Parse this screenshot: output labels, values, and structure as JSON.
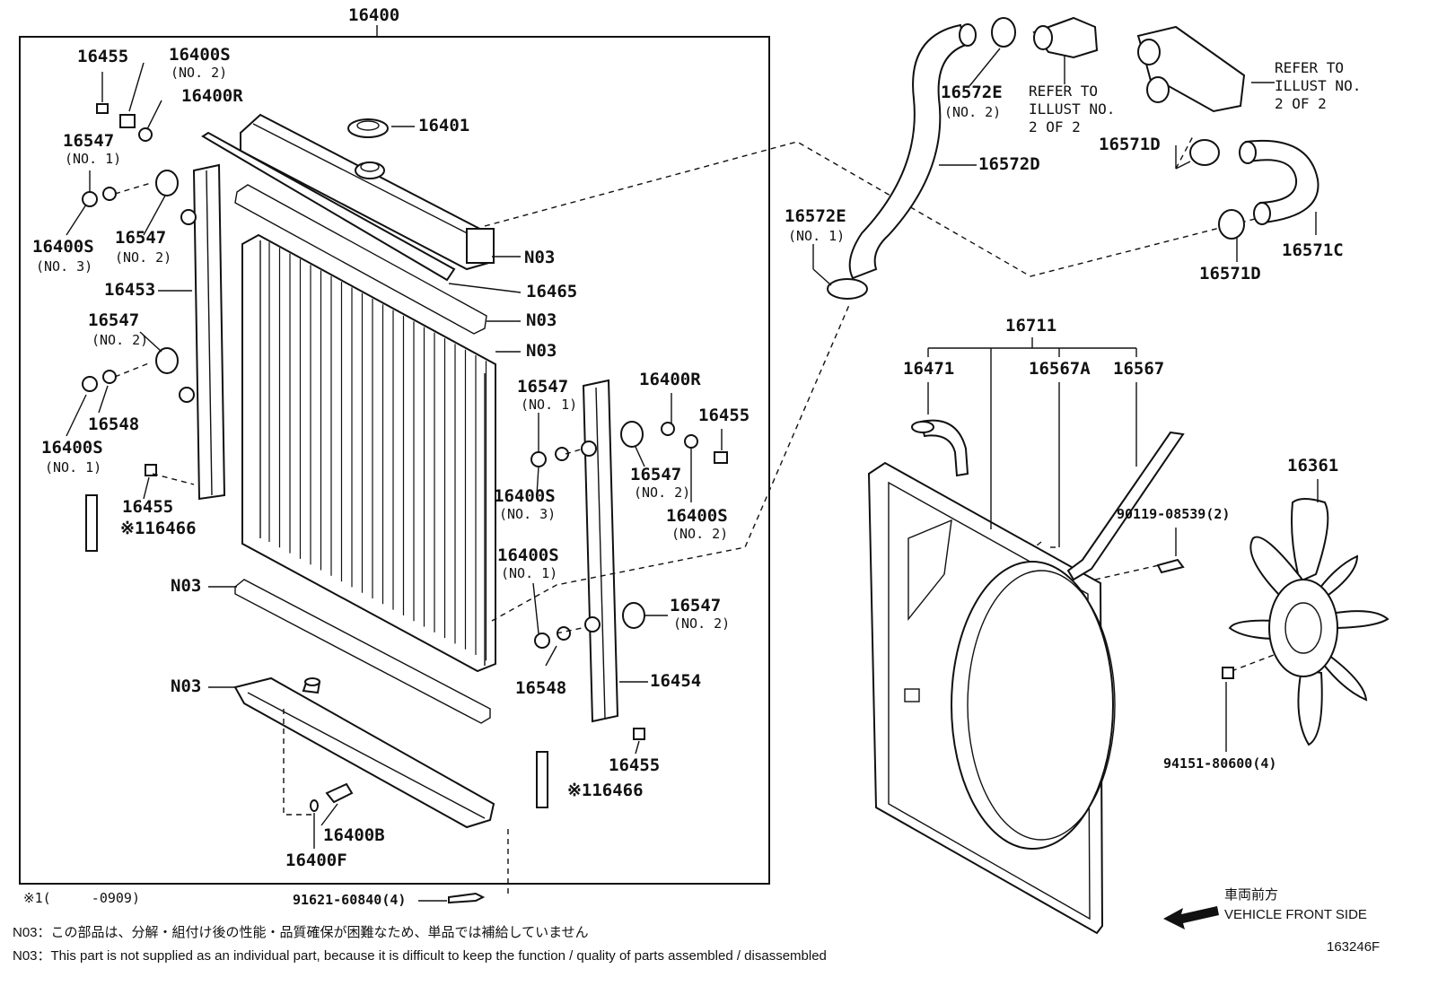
{
  "callouts": {
    "c16400": "16400",
    "c16455_a": "16455",
    "c16400S_a": "16400S",
    "c16400S_a_no": "(NO. 2)",
    "c16400R_a": "16400R",
    "c16401": "16401",
    "c16547_a": "16547",
    "c16547_a_no": "(NO. 1)",
    "c16400S_b": "16400S",
    "c16400S_b_no": "(NO. 3)",
    "c16547_b": "16547",
    "c16547_b_no": "(NO. 2)",
    "c16453": "16453",
    "cN03_a": "N03",
    "c16465": "16465",
    "cN03_b": "N03",
    "cN03_c": "N03",
    "c16547_c": "16547",
    "c16547_c_no": "(NO. 2)",
    "c16548_a": "16548",
    "c16400S_c": "16400S",
    "c16400S_c_no": "(NO. 1)",
    "c16455_b": "16455",
    "c16466_a": "※116466",
    "cN03_d": "N03",
    "cN03_e": "N03",
    "c16547_d": "16547",
    "c16547_d_no": "(NO. 1)",
    "c16400R_b": "16400R",
    "c16455_c": "16455",
    "c16547_e": "16547",
    "c16547_e_no": "(NO. 2)",
    "c16400S_d": "16400S",
    "c16400S_d_no": "(NO. 3)",
    "c16400S_e": "16400S",
    "c16400S_e_no": "(NO. 2)",
    "c16400S_f": "16400S",
    "c16400S_f_no": "(NO. 1)",
    "c16547_f": "16547",
    "c16547_f_no": "(NO. 2)",
    "c16548_b": "16548",
    "c16454": "16454",
    "c16455_d": "16455",
    "c16466_b": "※116466",
    "c16400B": "16400B",
    "c16400F": "16400F",
    "c91621": "91621-60840(4)",
    "c16572E_a": "16572E",
    "c16572E_a_no": "(NO. 2)",
    "c16572D": "16572D",
    "c16572E_b": "16572E",
    "c16572E_b_no": "(NO. 1)",
    "c16571D_a": "16571D",
    "c16571D_b": "16571D",
    "c16571C": "16571C",
    "ref_a": "REFER TO\nILLUST NO.\n2 OF 2",
    "ref_b": "REFER TO\nILLUST NO.\n2 OF 2",
    "c16711": "16711",
    "c16471": "16471",
    "c16567A": "16567A",
    "c16567": "16567",
    "c16361": "16361",
    "c90119": "90119-08539(2)",
    "c94151": "94151-80600(4)"
  },
  "footnote": {
    "range": "※1(     -0909)",
    "jp": "N03：この部品は、分解・組付け後の性能・品質確保が困難なため、単品では補給していません",
    "en": "N03：This part is not supplied as an individual part, because it is difficult to keep the function / quality of parts assembled / disassembled"
  },
  "direction": {
    "jp": "車両前方",
    "en": "VEHICLE FRONT SIDE"
  },
  "illust_id": "163246F"
}
